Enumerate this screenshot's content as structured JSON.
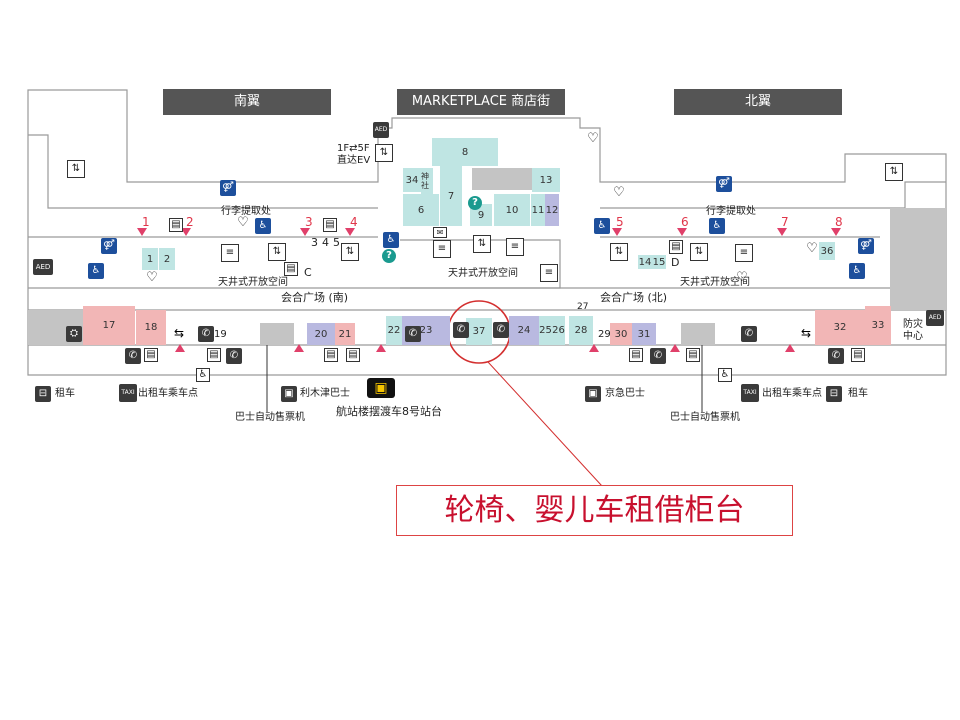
{
  "wings": {
    "south": "南翼",
    "center": "MARKETPLACE 商店街",
    "north": "北翼"
  },
  "labels": {
    "ev_top": "1F⇄5F",
    "ev_bottom": "直达EV",
    "baggage_south": "行李提取处",
    "baggage_north": "行李提取处",
    "atrium_south": "天井式开放空间",
    "atrium_center": "天井式开放空间",
    "atrium_north": "天井式开放空间",
    "plaza_south": "会合广场 (南)",
    "plaza_north": "会合广场 (北)",
    "disaster": "防灾\n中心",
    "rental_south": "租车",
    "rental_north": "租车",
    "taxi_south": "出租车乘车点",
    "taxi_north": "出租车乘车点",
    "limousine": "利木津巴士",
    "shuttle": "航站楼摆渡车8号站台",
    "keikyu": "京急巴士",
    "ticket_south": "巴士自动售票机",
    "ticket_north": "巴士自动售票机",
    "shrine": "神社",
    "letter_c": "C",
    "letter_d": "D",
    "aed": "AED",
    "taxi": "TAXI"
  },
  "exits": [
    "1",
    "2",
    "3",
    "4",
    "5",
    "6",
    "7",
    "8"
  ],
  "shops": {
    "s1": "1",
    "s2": "2",
    "s3": "3",
    "s4": "4",
    "s5": "5",
    "s6": "6",
    "s7": "7",
    "s8": "8",
    "s9": "9",
    "s10": "10",
    "s11": "11",
    "s12": "12",
    "s13": "13",
    "s14": "14",
    "s15": "15",
    "s17": "17",
    "s18": "18",
    "s19": "19",
    "s20": "20",
    "s21": "21",
    "s22": "22",
    "s23": "23",
    "s24": "24",
    "s25": "25",
    "s26": "26",
    "s27": "27",
    "s28": "28",
    "s29": "29",
    "s30": "30",
    "s31": "31",
    "s32": "32",
    "s33": "33",
    "s34": "34",
    "s36": "36",
    "s37": "37"
  },
  "callout": "轮椅、婴儿车租借柜台",
  "colors": {
    "teal": "#bfe5e3",
    "pink": "#f2b6b6",
    "lavender": "#b9b9e0",
    "gray": "#c4c4c4",
    "wing": "#555555",
    "callout": "#c8102e",
    "circle": "#d32f2f"
  },
  "icons": [
    "elevator-icon",
    "escalator-icon",
    "restroom-icon",
    "wheelchair-icon",
    "aed-icon",
    "phone-icon",
    "locker-icon",
    "information-icon",
    "smoking-icon",
    "bus-icon",
    "taxi-icon",
    "car-icon",
    "nursing-room-icon"
  ]
}
